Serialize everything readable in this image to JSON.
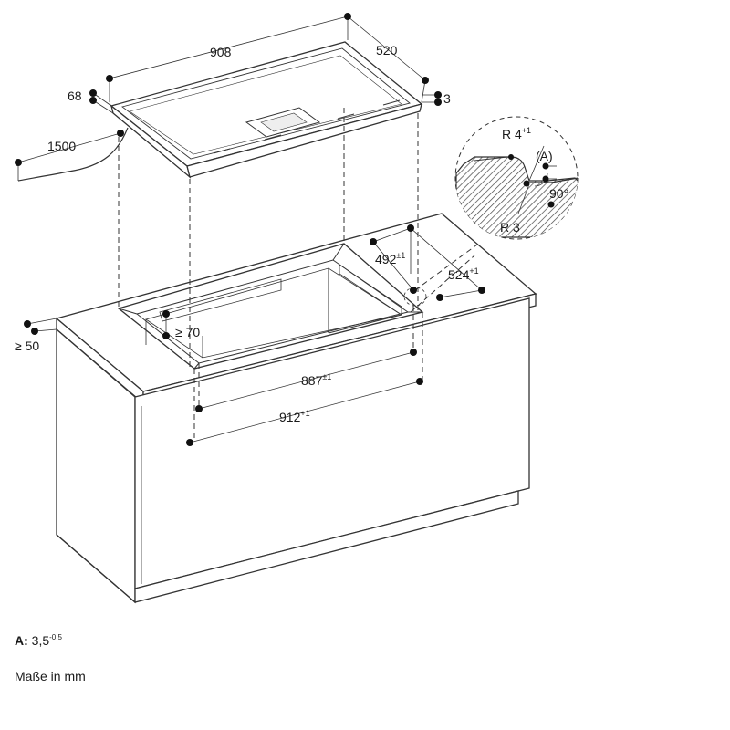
{
  "dimensions": {
    "hob_width": "908",
    "hob_depth": "520",
    "hob_height": "68",
    "hob_edge": "3",
    "cable_length": "1500",
    "min_front_distance": "≥ 50",
    "min_wall_distance": "≥ 70",
    "cutout_inner_depth": "492",
    "cutout_inner_depth_tol": "±1",
    "cutout_outer_depth": "524",
    "cutout_outer_depth_tol": "+1",
    "cutout_inner_width": "887",
    "cutout_inner_width_tol": "±1",
    "cutout_outer_width": "912",
    "cutout_outer_width_tol": "+1"
  },
  "detail": {
    "radius_outer": "R 4",
    "radius_outer_tol": "+1",
    "radius_inner": "R 3",
    "label_a": "(A)",
    "angle": "90°"
  },
  "footnote": {
    "label": "A:",
    "value": "3,5",
    "tolerance": "-0,5"
  },
  "units_note": "Maße in mm"
}
